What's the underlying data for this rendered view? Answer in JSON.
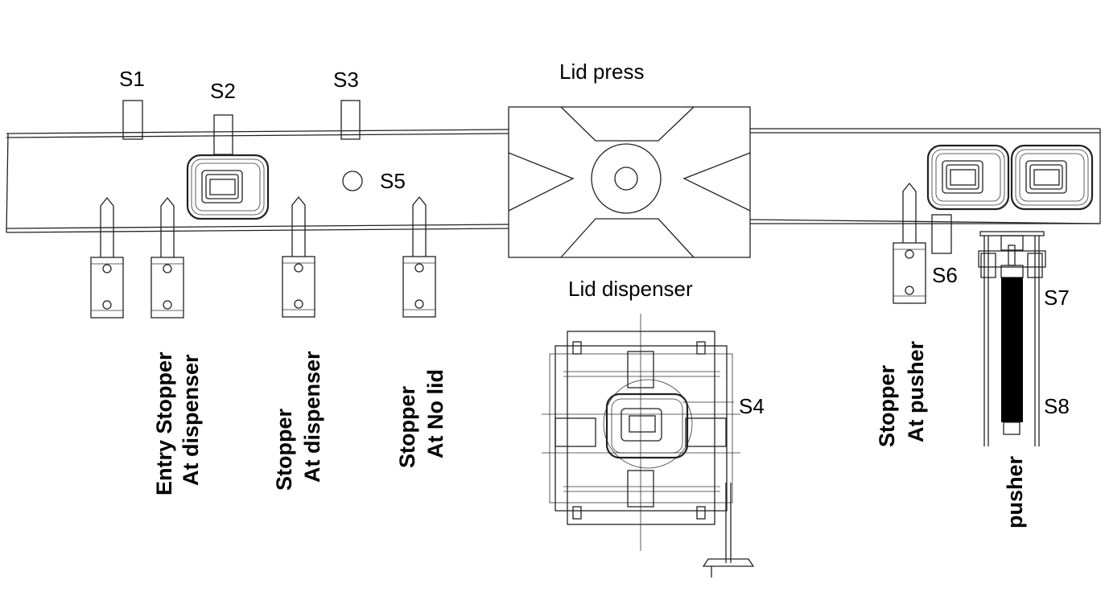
{
  "labels": {
    "s1": "S1",
    "s2": "S2",
    "s3": "S3",
    "s4": "S4",
    "s5": "S5",
    "s6": "S6",
    "s7": "S7",
    "s8": "S8",
    "lid_press": "Lid press",
    "lid_dispenser": "Lid dispenser",
    "entry_stopper": [
      "Entry Stopper",
      "At dispenser"
    ],
    "stopper_dispenser": [
      "Stopper",
      "At dispenser"
    ],
    "stopper_no_lid": [
      "Stopper",
      "At No lid"
    ],
    "stopper_pusher": [
      "Stopper",
      "At pusher"
    ],
    "pusher": "pusher"
  },
  "colors": {
    "line": "#222222",
    "background": "#ffffff",
    "cylinder": "#000000"
  }
}
